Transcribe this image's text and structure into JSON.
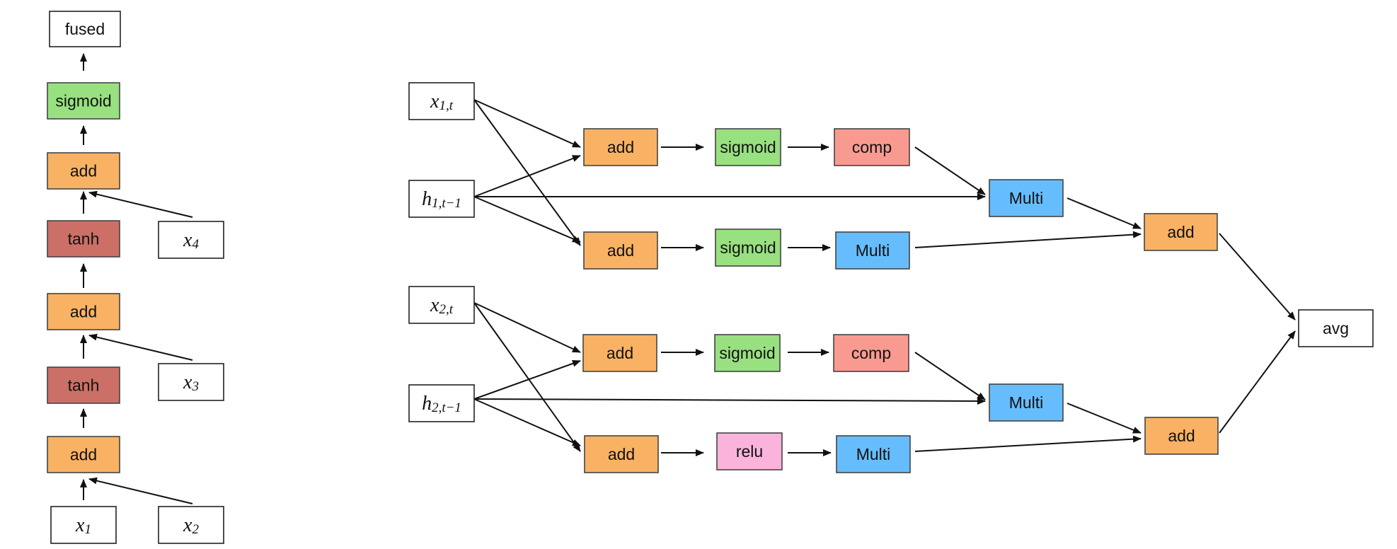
{
  "colors": {
    "add": "#f9b263",
    "sigmoid": "#98e080",
    "tanh": "#cc6f66",
    "comp": "#f99a90",
    "multi": "#66bdfd",
    "relu": "#fab4dc",
    "plain": "#ffffff",
    "border": "#444444"
  },
  "left_chain": {
    "fused": "fused",
    "sigmoid": "sigmoid",
    "add_top": "add",
    "tanh_upper": "tanh",
    "add_mid": "add",
    "tanh_lower": "tanh",
    "add_bottom": "add",
    "x1": {
      "base": "x",
      "sub": "1"
    },
    "x2": {
      "base": "x",
      "sub": "2"
    },
    "x3": {
      "base": "x",
      "sub": "3"
    },
    "x4": {
      "base": "x",
      "sub": "4"
    }
  },
  "right_graph": {
    "x1t": {
      "base": "x",
      "sub": "1,t"
    },
    "h1": {
      "base": "h",
      "sub": "1,t−1"
    },
    "x2t": {
      "base": "x",
      "sub": "2,t"
    },
    "h2": {
      "base": "h",
      "sub": "2,t−1"
    },
    "b1_add_top": "add",
    "b1_sigmoid_top": "sigmoid",
    "b1_comp": "comp",
    "b1_add_low": "add",
    "b1_sigmoid_low": "sigmoid",
    "b1_multi_low": "Multi",
    "b1_multi": "Multi",
    "b1_add_out": "add",
    "b2_add_top": "add",
    "b2_sigmoid": "sigmoid",
    "b2_comp": "comp",
    "b2_add_low": "add",
    "b2_relu": "relu",
    "b2_multi_low": "Multi",
    "b2_multi": "Multi",
    "b2_add_out": "add",
    "avg": "avg"
  }
}
